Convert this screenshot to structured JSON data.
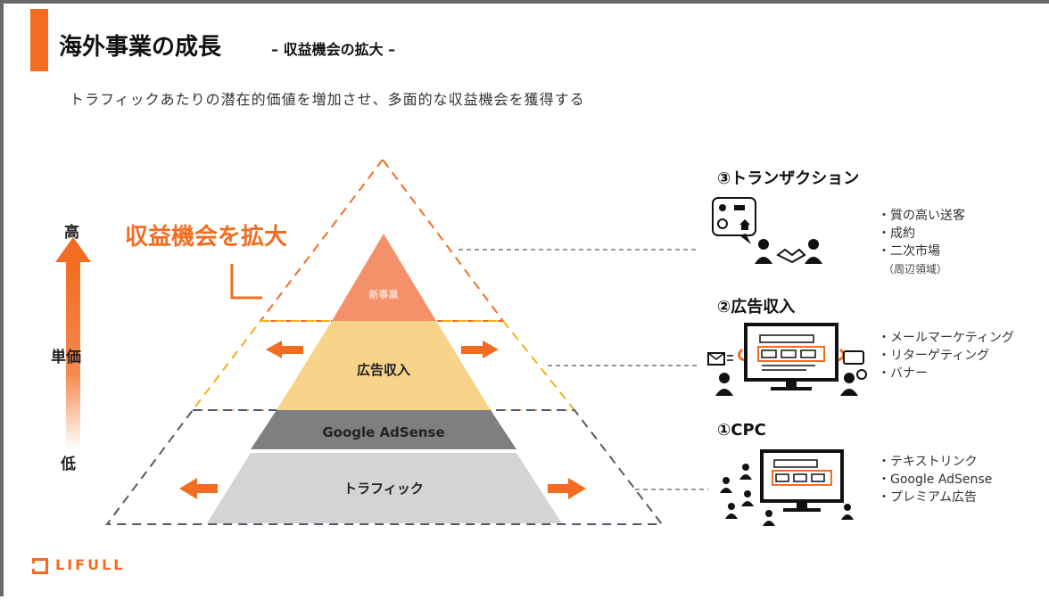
{
  "header": {
    "title": "海外事業の成長",
    "subtitle": "– 収益機会の拡大 –",
    "lead": "トラフィックあたりの潜在的価値を増加させ、多面的な収益機会を獲得する"
  },
  "axis": {
    "high": "高",
    "mid": "単価",
    "low": "低"
  },
  "pyramid": {
    "expand_label": "収益機会を拡大",
    "top_label": "新事業",
    "middle_label": "広告収入",
    "adsense_label": "Google AdSense",
    "bottom_label": "トラフィック"
  },
  "sections": {
    "transaction": {
      "title": "③トランザクション",
      "bullets": [
        "質の高い送客",
        "成約",
        "二次市場"
      ],
      "note": "（周辺領域）"
    },
    "ads": {
      "title": "②広告収入",
      "bullets": [
        "メールマーケティング",
        "リターゲティング",
        "バナー"
      ]
    },
    "cpc": {
      "title": "①CPC",
      "bullets": [
        "テキストリンク",
        "Google AdSense",
        "プレミアム広告"
      ]
    }
  },
  "logo": {
    "text": "LIFULL"
  },
  "colors": {
    "accent": "#f26d21",
    "top_tier": "#f5916a",
    "middle_tier": "#f8d48b",
    "adsense_tier": "#7f7f7f",
    "traffic_tier": "#d4d4d4"
  }
}
